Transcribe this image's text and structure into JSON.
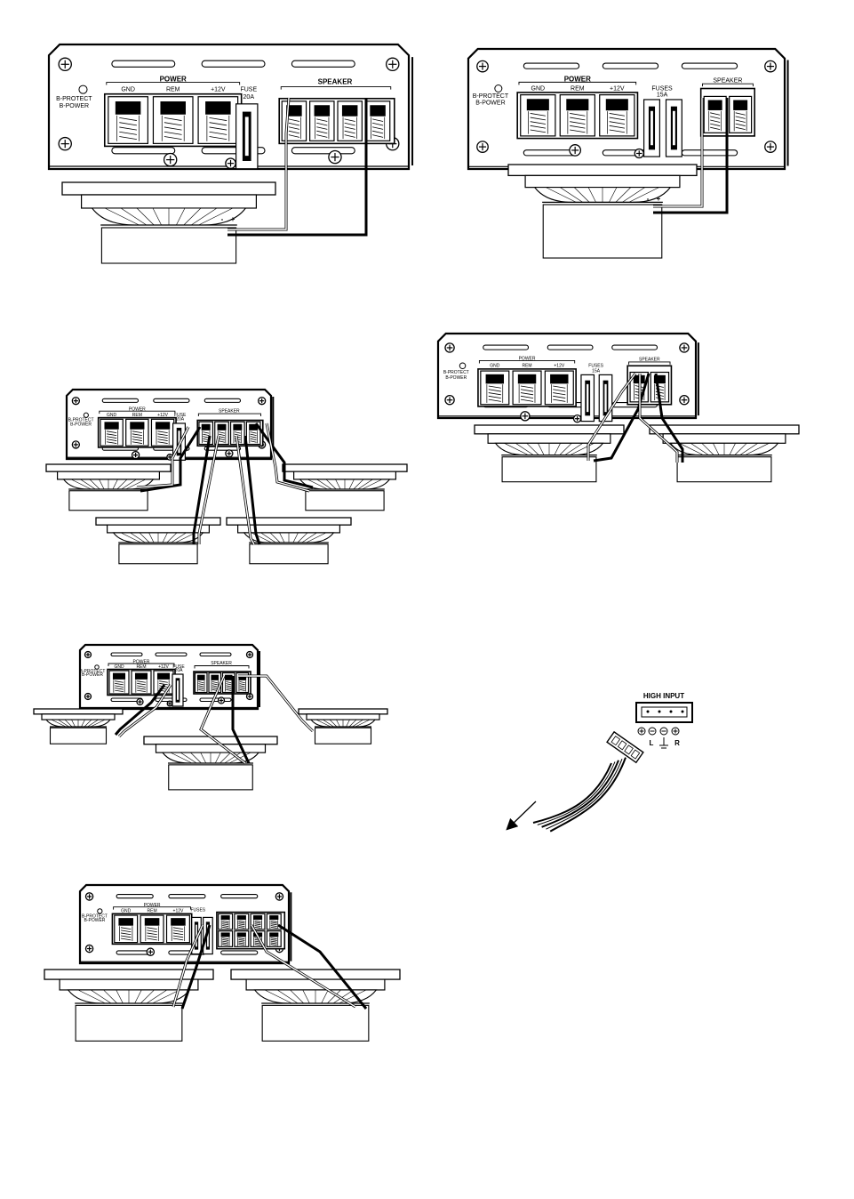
{
  "panel_labels": {
    "power": "POWER",
    "gnd": "GND",
    "rem": "REM",
    "v12": "+12V",
    "speaker": "SPEAKER",
    "fuse_single": "FUSE",
    "fuse_single_rating": "20A",
    "fuses": "FUSES",
    "fuses_rating": "15A",
    "protect": "B-PROTECT",
    "bpower": "B-POWER",
    "ch_r": "R",
    "ch_l": "L",
    "minus": "-",
    "plus": "+",
    "plus_minus": "⊕⊖"
  },
  "high_input": {
    "title": "HIGH INPUT",
    "left": "L",
    "right": "R"
  }
}
